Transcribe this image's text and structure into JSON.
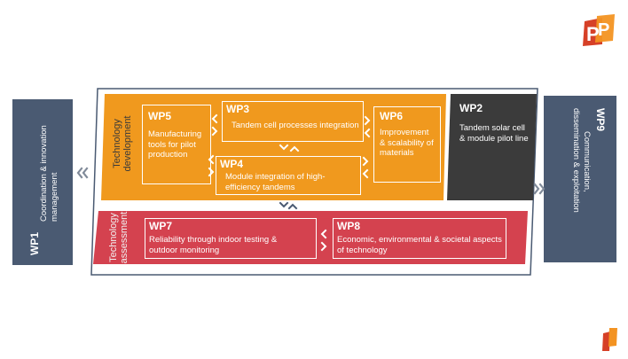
{
  "wp1": {
    "id": "WP1",
    "title": "Coordination & innovation",
    "title2": "management"
  },
  "wp9": {
    "id": "WP9",
    "title": "Communication,",
    "title2": "dissemination & exploitation"
  },
  "development": {
    "label1": "Technology",
    "label2": "development",
    "wp5": {
      "id": "WP5",
      "text": "Manufacturing tools for pilot production"
    },
    "wp3": {
      "id": "WP3",
      "text": "Tandem cell processes integration"
    },
    "wp6": {
      "id": "WP6",
      "text": "Improvement & scalability of materials"
    },
    "wp4": {
      "id": "WP4",
      "text": "Module integration of high-efficiency tandems"
    }
  },
  "wp2": {
    "id": "WP2",
    "text": "Tandem solar cell & module pilot line"
  },
  "assessment": {
    "label1": "Technology",
    "label2": "assessment",
    "wp7": {
      "id": "WP7",
      "text": "Reliability through indoor testing & outdoor monitoring"
    },
    "wp8": {
      "id": "WP8",
      "text": "Economic, environmental & societal aspects of technology"
    }
  },
  "colors": {
    "development": "#f0991e",
    "pilot": "#3b3b3b",
    "assessment": "#d4424f",
    "side_panel": "#4a5a72",
    "logo_red": "#d64027",
    "logo_orange": "#f39322"
  },
  "icons": [
    "chevron-left-icon",
    "chevron-right-icon",
    "chevron-up-icon",
    "chevron-down-icon",
    "pp-logo-icon",
    "corner-mark-icon"
  ]
}
